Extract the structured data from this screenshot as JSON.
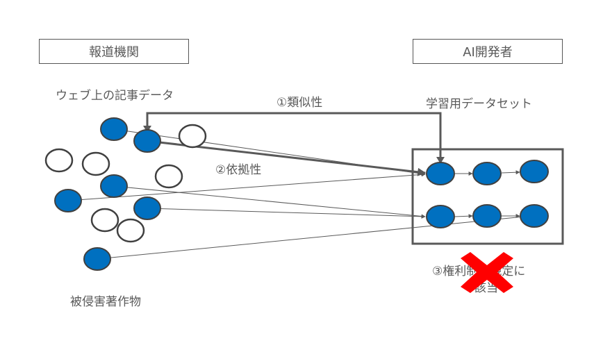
{
  "labels": {
    "left_box": "報道機関",
    "right_box": "AI開発者",
    "web_articles": "ウェブ上の記事データ",
    "training_dataset": "学習用データセット",
    "similarity": "①類似性",
    "reliance": "②依拠性",
    "infringing_works": "被侵害著作物",
    "rights_limitation_line1": "③権利制限規定に",
    "rights_limitation_line2": "該当"
  },
  "colors": {
    "node_fill": "#0070c0",
    "node_stroke": "#404040",
    "line": "#595959",
    "cross": "#ff0000"
  }
}
